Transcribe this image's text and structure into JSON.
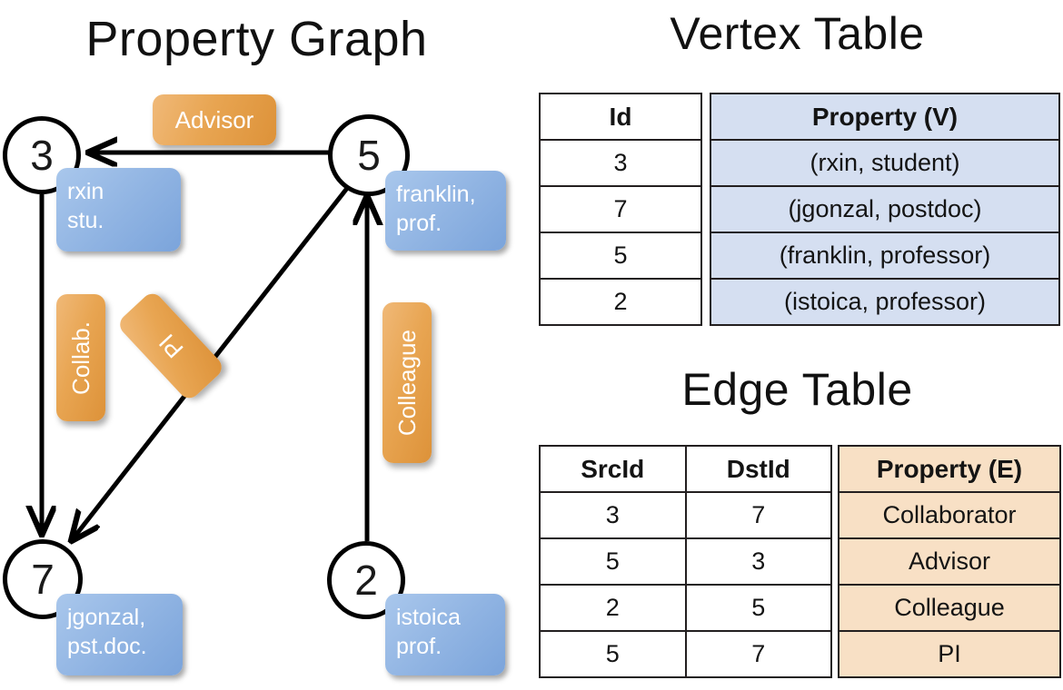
{
  "titles": {
    "graph": "Property Graph",
    "vertex_table": "Vertex Table",
    "edge_table": "Edge Table"
  },
  "colors": {
    "vertex_property_fill": "#d5dff1",
    "edge_property_fill": "#f8e0c5",
    "vertex_box_fill": "#8fb3e2",
    "edge_label_fill": "#e8a552",
    "stroke": "#000000"
  },
  "graph": {
    "nodes": [
      {
        "id": "3",
        "property_line1": "rxin",
        "property_line2": "stu."
      },
      {
        "id": "5",
        "property_line1": "franklin,",
        "property_line2": "prof."
      },
      {
        "id": "7",
        "property_line1": "jgonzal,",
        "property_line2": "pst.doc."
      },
      {
        "id": "2",
        "property_line1": "istoica",
        "property_line2": "prof."
      }
    ],
    "edge_labels": [
      {
        "name": "advisor",
        "text": "Advisor"
      },
      {
        "name": "collab",
        "text": "Collab."
      },
      {
        "name": "pi",
        "text": "PI"
      },
      {
        "name": "colleague",
        "text": "Colleague"
      }
    ]
  },
  "vertex_table": {
    "headers": {
      "id": "Id",
      "property": "Property (V)"
    },
    "rows": [
      {
        "id": "3",
        "property": "(rxin, student)"
      },
      {
        "id": "7",
        "property": "(jgonzal, postdoc)"
      },
      {
        "id": "5",
        "property": "(franklin, professor)"
      },
      {
        "id": "2",
        "property": "(istoica, professor)"
      }
    ]
  },
  "edge_table": {
    "headers": {
      "src": "SrcId",
      "dst": "DstId",
      "property": "Property (E)"
    },
    "rows": [
      {
        "src": "3",
        "dst": "7",
        "property": "Collaborator"
      },
      {
        "src": "5",
        "dst": "3",
        "property": "Advisor"
      },
      {
        "src": "2",
        "dst": "5",
        "property": "Colleague"
      },
      {
        "src": "5",
        "dst": "7",
        "property": "PI"
      }
    ]
  }
}
